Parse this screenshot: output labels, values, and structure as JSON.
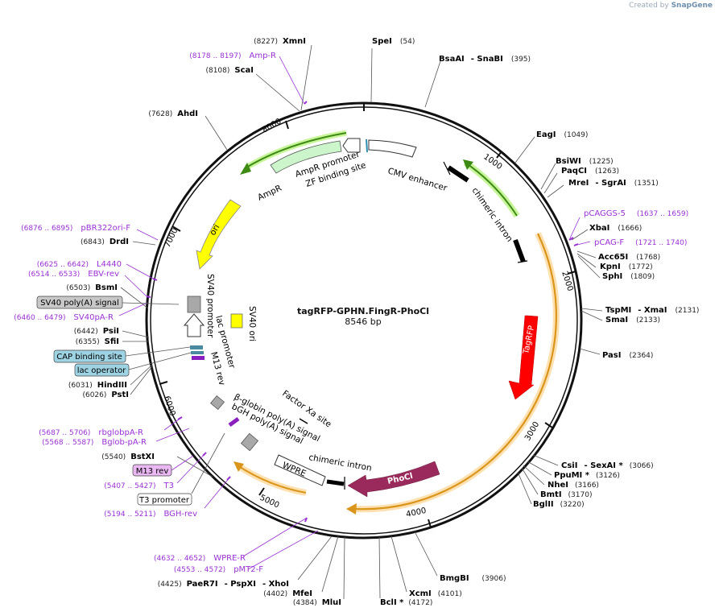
{
  "watermark": {
    "created_by": "Created by",
    "brand": "SnapGene"
  },
  "plasmid": {
    "name": "tagRFP-GPHN.FingR-PhoCl",
    "size": "8546 bp"
  },
  "ticks": [
    "1000",
    "2000",
    "3000",
    "4000",
    "5000",
    "6000",
    "7000",
    "8000"
  ],
  "enzymes": [
    {
      "id": "xmni",
      "name": "XmnI",
      "pos": "(8227)"
    },
    {
      "id": "spei",
      "name": "SpeI",
      "pos": "(54)"
    },
    {
      "id": "bsaai",
      "name": "BsaAI",
      "name2": "- SnaBI",
      "pos": "(395)"
    },
    {
      "id": "scai",
      "name": "ScaI",
      "pos": "(8108)"
    },
    {
      "id": "ahdi",
      "name": "AhdI",
      "pos": "(7628)"
    },
    {
      "id": "eagi",
      "name": "EagI",
      "pos": "(1049)"
    },
    {
      "id": "bsiwi",
      "name": "BsiWI",
      "pos": "(1225)"
    },
    {
      "id": "paqci",
      "name": "PaqCI",
      "pos": "(1263)"
    },
    {
      "id": "mrei",
      "name": "MreI",
      "name2": "- SgrAI",
      "pos": "(1351)"
    },
    {
      "id": "xbai",
      "name": "XbaI",
      "pos": "(1666)"
    },
    {
      "id": "acc65i",
      "name": "Acc65I",
      "pos": "(1768)"
    },
    {
      "id": "kpni",
      "name": "KpnI",
      "pos": "(1772)"
    },
    {
      "id": "sphi",
      "name": "SphI",
      "pos": "(1809)"
    },
    {
      "id": "tspmi",
      "name": "TspMI",
      "name2": "- XmaI",
      "pos": "(2131)"
    },
    {
      "id": "smai",
      "name": "SmaI",
      "pos": "(2133)"
    },
    {
      "id": "pasi",
      "name": "PasI",
      "pos": "(2364)"
    },
    {
      "id": "csii",
      "name": "CsiI",
      "name2": "- SexAI *",
      "pos": "(3066)"
    },
    {
      "id": "ppumi",
      "name": "PpuMI *",
      "pos": "(3126)"
    },
    {
      "id": "nhei",
      "name": "NheI",
      "pos": "(3166)"
    },
    {
      "id": "bmti",
      "name": "BmtI",
      "pos": "(3170)"
    },
    {
      "id": "bglii",
      "name": "BglII",
      "pos": "(3220)"
    },
    {
      "id": "bmgbi",
      "name": "BmgBI",
      "pos": "(3906)"
    },
    {
      "id": "xcmi",
      "name": "XcmI",
      "pos": "(4101)"
    },
    {
      "id": "bcli",
      "name": "BclI *",
      "pos": "(4172)"
    },
    {
      "id": "mlui",
      "name": "MluI",
      "pos": "(4384)"
    },
    {
      "id": "mfei",
      "name": "MfeI",
      "pos": "(4402)"
    },
    {
      "id": "paer7i",
      "name": "PaeR7I",
      "name2": "- PspXI",
      "name3": "- XhoI",
      "pos": "(4425)"
    },
    {
      "id": "bstxi",
      "name": "BstXI",
      "pos": "(5540)"
    },
    {
      "id": "pstI",
      "name": "PstI",
      "pos": "(6026)"
    },
    {
      "id": "hindiii",
      "name": "HindIII",
      "pos": "(6031)"
    },
    {
      "id": "sfii",
      "name": "SfiI",
      "pos": "(6355)"
    },
    {
      "id": "psii",
      "name": "PsiI",
      "pos": "(6442)"
    },
    {
      "id": "bsmi",
      "name": "BsmI",
      "pos": "(6503)"
    },
    {
      "id": "drdi",
      "name": "DrdI",
      "pos": "(6843)"
    }
  ],
  "primers": [
    {
      "id": "amp_r",
      "name": "Amp-R",
      "pos": "(8178 .. 8197)"
    },
    {
      "id": "pcaggs5",
      "name": "pCAGGS-5",
      "pos": "(1637 .. 1659)"
    },
    {
      "id": "pcagf",
      "name": "pCAG-F",
      "pos": "(1721 .. 1740)"
    },
    {
      "id": "pbr322",
      "name": "pBR322ori-F",
      "pos": "(6876 .. 6895)"
    },
    {
      "id": "l4440",
      "name": "L4440",
      "pos": "(6625 .. 6642)"
    },
    {
      "id": "ebvrev",
      "name": "EBV-rev",
      "pos": "(6514 .. 6533)"
    },
    {
      "id": "sv40par",
      "name": "SV40pA-R",
      "pos": "(6460 .. 6479)"
    },
    {
      "id": "rbglob",
      "name": "rbglobpA-R",
      "pos": "(5687 .. 5706)"
    },
    {
      "id": "bglob",
      "name": "Bglob-pA-R",
      "pos": "(5568 .. 5587)"
    },
    {
      "id": "t3",
      "name": "T3",
      "pos": "(5407 .. 5427)"
    },
    {
      "id": "bghrev",
      "name": "BGH-rev",
      "pos": "(5194 .. 5211)"
    },
    {
      "id": "wprer",
      "name": "WPRE-R",
      "pos": "(4632 .. 4652)"
    },
    {
      "id": "pmt2f",
      "name": "pMT2-F",
      "pos": "(4553 .. 4572)"
    }
  ],
  "boxed_labels": [
    {
      "id": "sv40polya",
      "text": "SV40 poly(A) signal",
      "fill": "#c8c8c8"
    },
    {
      "id": "capsite",
      "text": "CAP binding site",
      "fill": "#9ed3e3"
    },
    {
      "id": "lacop",
      "text": "lac operator",
      "fill": "#9ed3e3"
    },
    {
      "id": "m13rev",
      "text": "M13 rev",
      "fill": "#e9b8f2"
    },
    {
      "id": "t3prom",
      "text": "T3 promoter",
      "fill": "#ffffff"
    }
  ],
  "features": {
    "cmv": "CMV enhancer",
    "chim1": "chimeric intron",
    "tagrfp": "TagRFP",
    "phocl": "PhoCl",
    "chim2": "chimeric intron",
    "wpre": "WPRE",
    "bgh": "bGH poly(A) signal",
    "bglobin": "β-globin poly(A) signal",
    "factorxa": "Factor Xa site",
    "m13rev": "M13 rev",
    "lacprom": "lac promoter",
    "sv40prom": "SV40 promoter",
    "sv40ori": "SV40 ori",
    "ori": "ori",
    "ampr": "AmpR",
    "amprprom": "AmpR promoter",
    "zf": "ZF binding site"
  },
  "colors": {
    "tagrfp": "#ff0000",
    "phocl": "#9b2a5c",
    "ori": "#ffff00",
    "ampr": "#ccf5cc",
    "cag_arrow": "#ffd8a0",
    "enhancer_glow": "#c8f59a",
    "primer": "#9a31d6"
  }
}
